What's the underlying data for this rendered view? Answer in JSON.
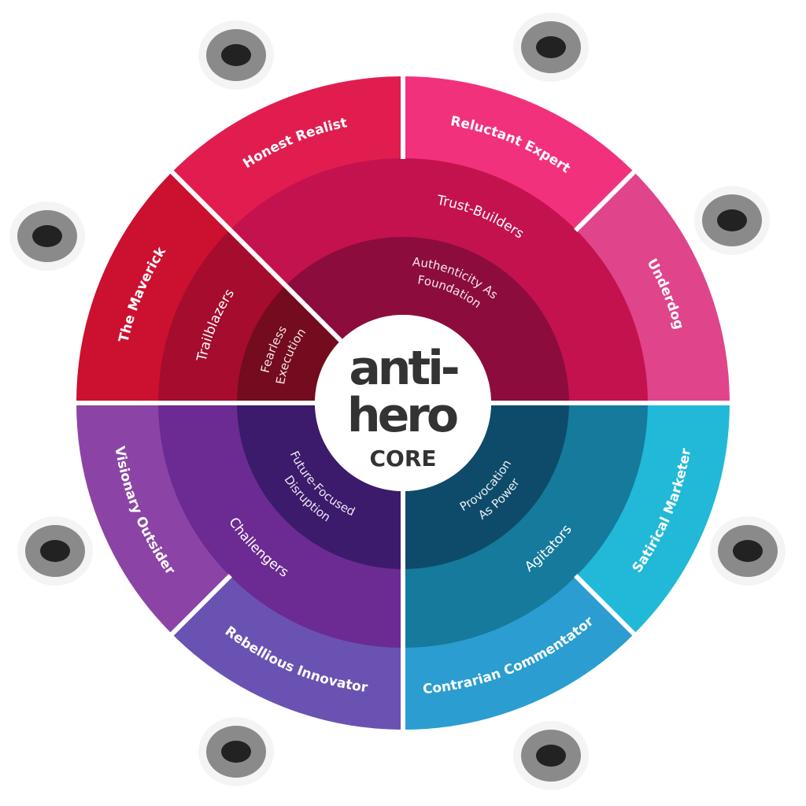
{
  "logo": {
    "line1": "anti-",
    "line2": "hero",
    "line3": "CORE"
  },
  "outer_ring": [
    {
      "label": "Honest Realist",
      "color": "#e11d4f",
      "icon": "peace-hand-icon"
    },
    {
      "label": "Reluctant Expert",
      "color": "#f2317c",
      "icon": "face-cutout-icon"
    },
    {
      "label": "Underdog",
      "color": "#e0448a",
      "icon": "pug-icon"
    },
    {
      "label": "Satirical Marketer",
      "color": "#22b8d8",
      "icon": "finger-snap-hand-icon"
    },
    {
      "label": "Contrarian Commentator",
      "color": "#2b9dd0",
      "icon": "lips-icon"
    },
    {
      "label": "Rebellious Innovator",
      "color": "#6a52b2",
      "icon": "megaphone-icon"
    },
    {
      "label": "Visionary Outsider",
      "color": "#8b44a6",
      "icon": "brain-icon"
    },
    {
      "label": "The Maverick",
      "color": "#cc1030",
      "icon": "eye-icon"
    }
  ],
  "middle_ring": [
    {
      "label": "Trailblazers",
      "color": "#a50c2e"
    },
    {
      "label": "Trust-Builders",
      "color": "#c4124f"
    },
    {
      "label": "Agitators",
      "color": "#157a9c"
    },
    {
      "label": "Challengers",
      "color": "#6b2b92"
    }
  ],
  "inner_ring": [
    {
      "line1": "Fearless",
      "line2": "Execution",
      "color": "#740b1e"
    },
    {
      "line1": "Authenticity As",
      "line2": "Foundation",
      "color": "#8c0c3e"
    },
    {
      "line1": "Provocation",
      "line2": "As Power",
      "color": "#0e4b6b"
    },
    {
      "line1": "Future-Focused",
      "line2": "Disruption",
      "color": "#3c1a6c"
    }
  ]
}
